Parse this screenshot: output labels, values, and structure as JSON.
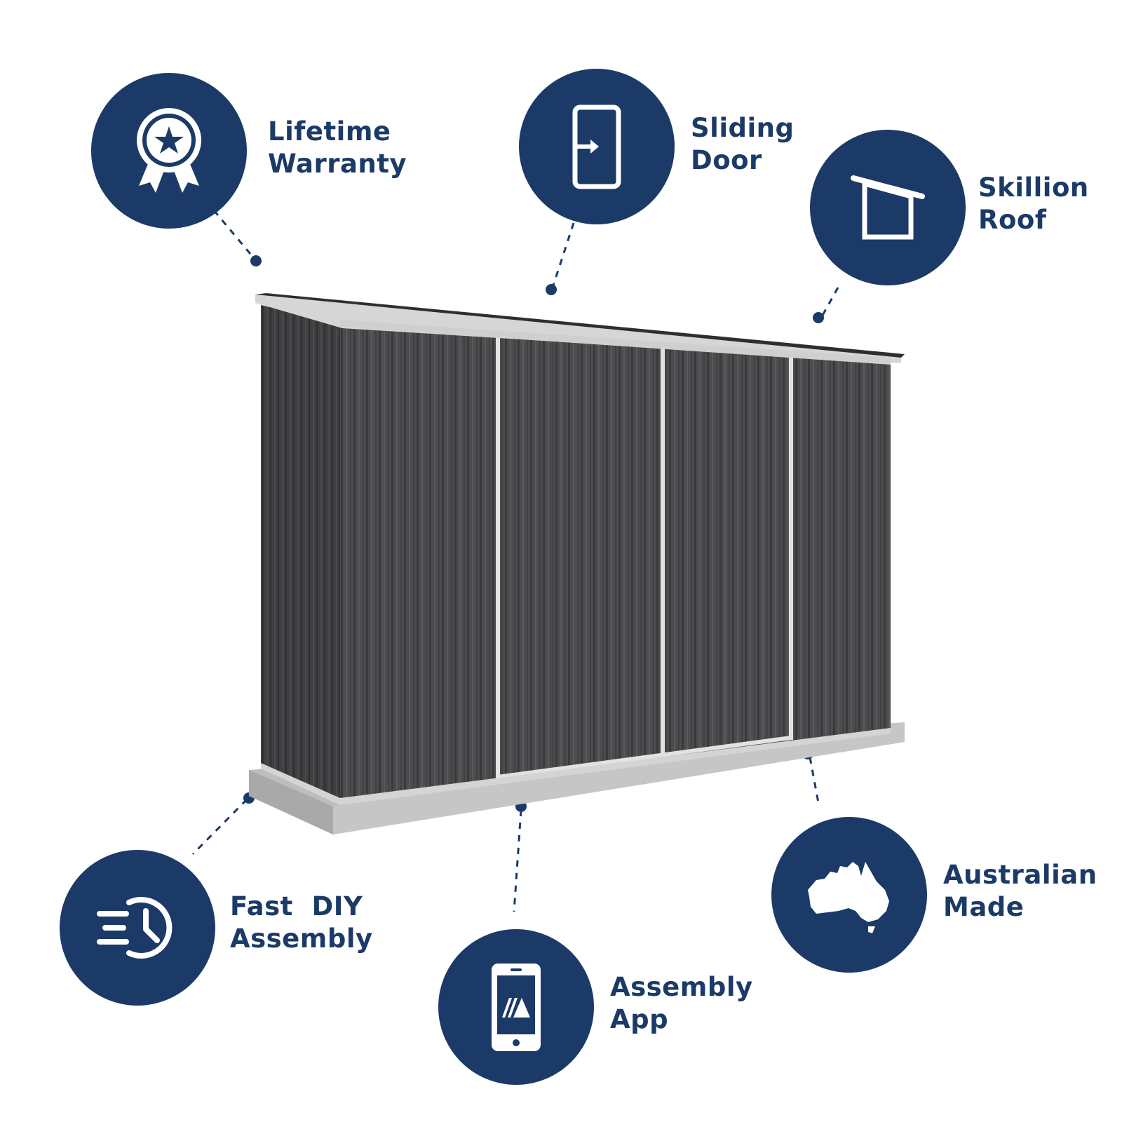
{
  "colors": {
    "brand_navy": "#1b3a68",
    "shed_panel": "#4c4c4e",
    "shed_trim": "#d8d8d8",
    "concrete_base": "#b9b9b9"
  },
  "product_image": {
    "icon": "skillion-roof-shed"
  },
  "features": [
    {
      "id": "lifetime-warranty",
      "icon": "award-ribbon-star-icon",
      "line1": "Lifetime",
      "line2": "Warranty"
    },
    {
      "id": "sliding-door",
      "icon": "door-arrow-icon",
      "line1": "Sliding",
      "line2": "Door"
    },
    {
      "id": "skillion-roof",
      "icon": "skillion-roof-icon",
      "line1": "Skillion",
      "line2": "Roof"
    },
    {
      "id": "fast-diy-assembly",
      "icon": "clock-speed-icon",
      "line1": "Fast  DIY",
      "line2": "Assembly"
    },
    {
      "id": "assembly-app",
      "icon": "smartphone-app-icon",
      "line1": "Assembly",
      "line2": "App"
    },
    {
      "id": "australian-made",
      "icon": "australia-map-icon",
      "line1": "Australian",
      "line2": "Made"
    }
  ]
}
